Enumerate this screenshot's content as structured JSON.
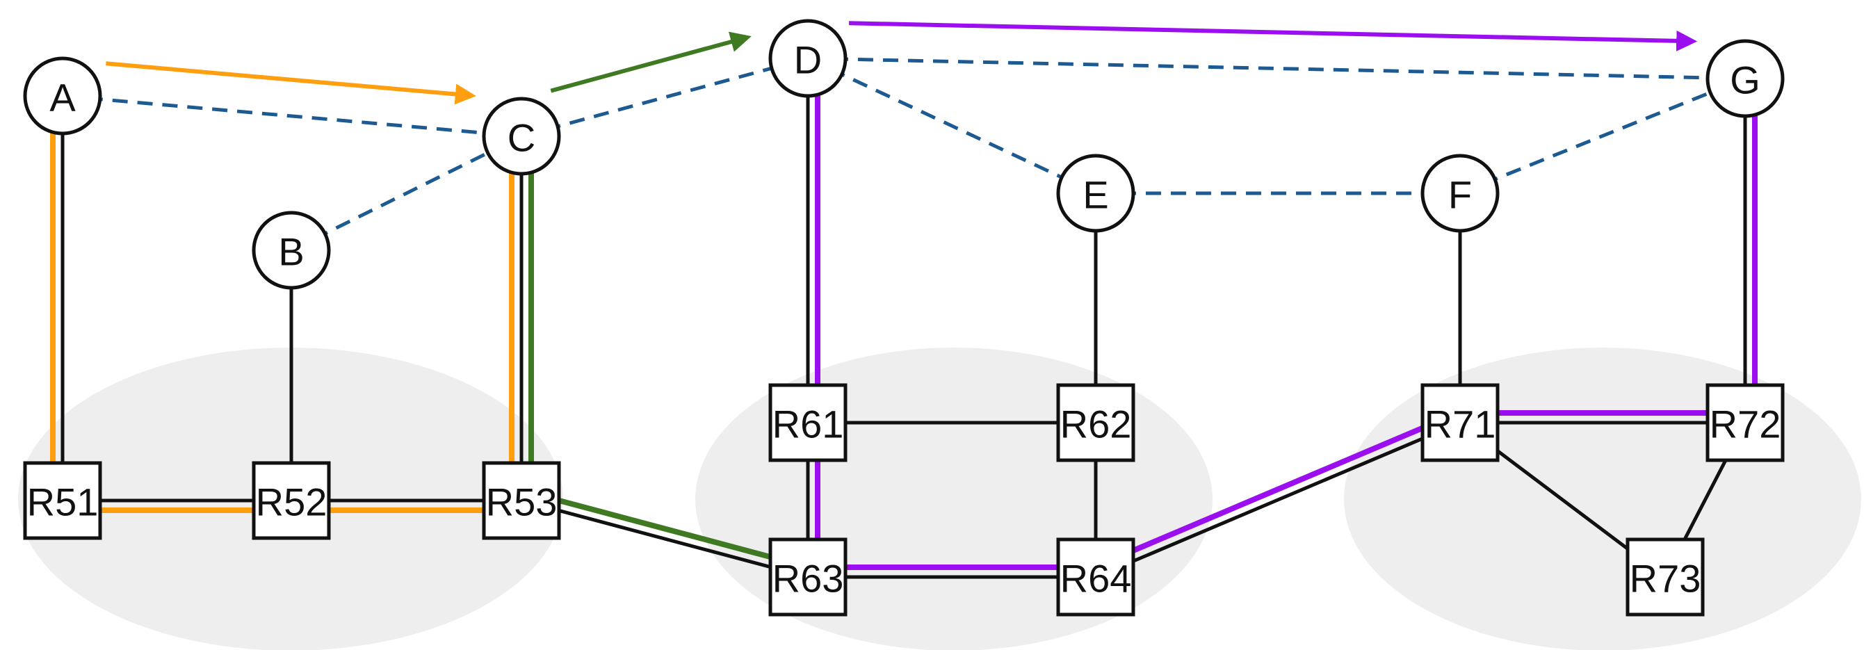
{
  "diagram": {
    "colors": {
      "physical_link": "#111111",
      "overlay_link": "#1c5a91",
      "path_orange": "#ff9f10",
      "path_green": "#3f7a23",
      "path_purple": "#9a0ef0",
      "domain_fill": "#eeeeee",
      "node_fill": "#ffffff",
      "node_stroke": "#111111"
    },
    "overlay_nodes": [
      {
        "id": "A",
        "label": "A"
      },
      {
        "id": "B",
        "label": "B"
      },
      {
        "id": "C",
        "label": "C"
      },
      {
        "id": "D",
        "label": "D"
      },
      {
        "id": "E",
        "label": "E"
      },
      {
        "id": "F",
        "label": "F"
      },
      {
        "id": "G",
        "label": "G"
      }
    ],
    "routers": [
      {
        "id": "R51",
        "label": "R51"
      },
      {
        "id": "R52",
        "label": "R52"
      },
      {
        "id": "R53",
        "label": "R53"
      },
      {
        "id": "R61",
        "label": "R61"
      },
      {
        "id": "R62",
        "label": "R62"
      },
      {
        "id": "R63",
        "label": "R63"
      },
      {
        "id": "R64",
        "label": "R64"
      },
      {
        "id": "R71",
        "label": "R71"
      },
      {
        "id": "R72",
        "label": "R72"
      },
      {
        "id": "R73",
        "label": "R73"
      }
    ],
    "overlay_links": [
      [
        "A",
        "C"
      ],
      [
        "B",
        "C"
      ],
      [
        "C",
        "D"
      ],
      [
        "D",
        "E"
      ],
      [
        "D",
        "G"
      ],
      [
        "E",
        "F"
      ],
      [
        "F",
        "G"
      ]
    ],
    "physical_links": [
      [
        "A",
        "R51"
      ],
      [
        "B",
        "R52"
      ],
      [
        "C",
        "R53"
      ],
      [
        "D",
        "R61"
      ],
      [
        "E",
        "R62"
      ],
      [
        "F",
        "R71"
      ],
      [
        "G",
        "R72"
      ],
      [
        "R51",
        "R52"
      ],
      [
        "R52",
        "R53"
      ],
      [
        "R53",
        "R63"
      ],
      [
        "R61",
        "R62"
      ],
      [
        "R61",
        "R63"
      ],
      [
        "R62",
        "R64"
      ],
      [
        "R63",
        "R64"
      ],
      [
        "R64",
        "R71"
      ],
      [
        "R71",
        "R72"
      ],
      [
        "R71",
        "R73"
      ],
      [
        "R72",
        "R73"
      ]
    ],
    "paths": [
      {
        "color_key": "path_orange",
        "overlay_hop": [
          "A",
          "C"
        ],
        "route": [
          "A",
          "R51",
          "R52",
          "R53",
          "C"
        ]
      },
      {
        "color_key": "path_green",
        "overlay_hop": [
          "C",
          "D"
        ],
        "route": [
          "C",
          "R53",
          "R63",
          "R61",
          "D"
        ]
      },
      {
        "color_key": "path_purple",
        "overlay_hop": [
          "D",
          "G"
        ],
        "route": [
          "D",
          "R61",
          "R63",
          "R64",
          "R71",
          "R72",
          "G"
        ]
      }
    ]
  }
}
